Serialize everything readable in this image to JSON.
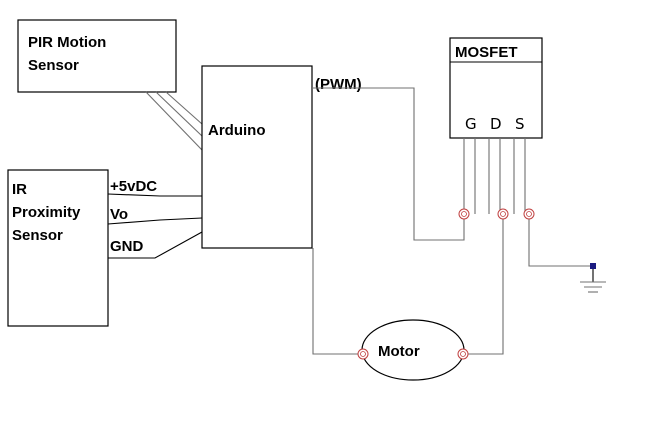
{
  "components": {
    "pir": {
      "line1": "PIR Motion",
      "line2": "Sensor"
    },
    "arduino": {
      "label": "Arduino",
      "pwm_label": "(PWM)"
    },
    "ir": {
      "line1": "IR",
      "line2": "Proximity",
      "line3": "Sensor",
      "pin_vcc": "+5vDC",
      "pin_vo": "Vo",
      "pin_gnd": "GND"
    },
    "mosfet": {
      "title": "MOSFET",
      "pin_g": "G",
      "pin_d": "D",
      "pin_s": "S"
    },
    "motor": {
      "label": "Motor"
    }
  },
  "colors": {
    "wire": "#707070",
    "node": "#c04040",
    "ground_dot": "#1a1a80"
  }
}
